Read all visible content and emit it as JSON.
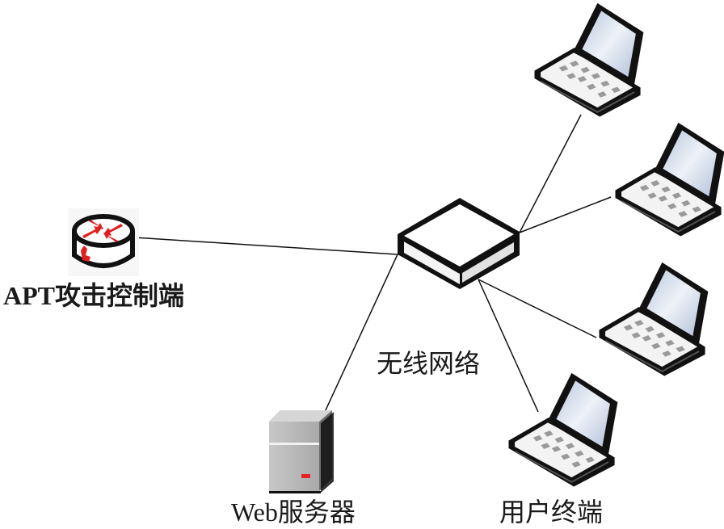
{
  "diagram": {
    "title": "APT attack network topology",
    "nodes": {
      "attacker": {
        "label": "APT攻击控制端",
        "icon": "router-icon"
      },
      "network": {
        "label": "无线网络",
        "icon": "wireless-switch-icon"
      },
      "web_server": {
        "label": "Web服务器",
        "icon": "server-icon"
      },
      "user_terminals": {
        "label": "用户终端",
        "icon": "laptop-icon",
        "count": 4
      }
    },
    "edges": [
      {
        "from": "attacker",
        "to": "network"
      },
      {
        "from": "network",
        "to": "web_server"
      },
      {
        "from": "network",
        "to": "user_terminal_1"
      },
      {
        "from": "network",
        "to": "user_terminal_2"
      },
      {
        "from": "network",
        "to": "user_terminal_3"
      },
      {
        "from": "network",
        "to": "user_terminal_4"
      }
    ],
    "colors": {
      "line": "#111111",
      "router_arrows": "#e02020",
      "server_body": "#b8b8b8",
      "server_led": "#e52222",
      "laptop_screen": "#c9d6e8"
    }
  }
}
